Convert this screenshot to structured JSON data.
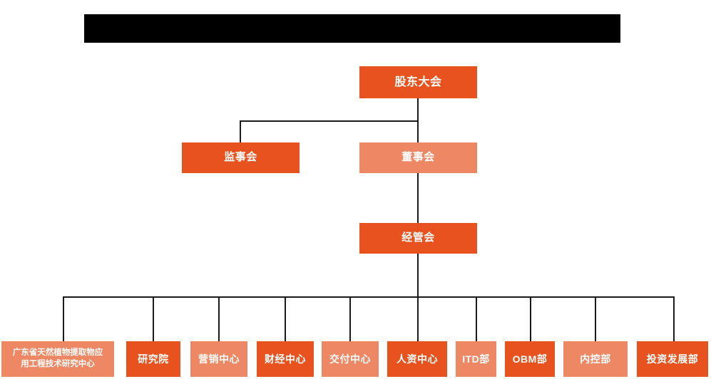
{
  "banner": {
    "label": "",
    "color": "#000000"
  },
  "palette": {
    "deep_orange": "#E8521E",
    "light_orange": "#EE8763",
    "line": "#1a1a1a",
    "background": "#FFFFFF",
    "text": "#FFFFFF"
  },
  "chart_data": {
    "type": "diagram",
    "diagram_kind": "organization-chart",
    "title": "",
    "orientation": "top-down",
    "levels": [
      {
        "level": 1,
        "nodes": [
          {
            "id": "shareholders",
            "label": "股东大会",
            "style": "deep"
          }
        ]
      },
      {
        "level": 2,
        "nodes": [
          {
            "id": "supervisory",
            "label": "监事会",
            "style": "deep"
          },
          {
            "id": "board",
            "label": "董事会",
            "style": "light"
          }
        ]
      },
      {
        "level": 3,
        "nodes": [
          {
            "id": "management",
            "label": "经管会",
            "style": "deep"
          }
        ]
      },
      {
        "level": 4,
        "nodes": [
          {
            "id": "rnd-center",
            "label": "广东省天然植物提取物应用工程技术研究中心",
            "style": "light"
          },
          {
            "id": "institute",
            "label": "研究院",
            "style": "deep"
          },
          {
            "id": "marketing",
            "label": "营销中心",
            "style": "light"
          },
          {
            "id": "finance",
            "label": "财经中心",
            "style": "deep"
          },
          {
            "id": "delivery",
            "label": "交付中心",
            "style": "light"
          },
          {
            "id": "hr",
            "label": "人资中心",
            "style": "deep"
          },
          {
            "id": "itd",
            "label": "ITD部",
            "style": "light"
          },
          {
            "id": "obm",
            "label": "OBM部",
            "style": "deep"
          },
          {
            "id": "internal-control",
            "label": "内控部",
            "style": "light"
          },
          {
            "id": "investment",
            "label": "投资发展部",
            "style": "deep"
          }
        ]
      }
    ],
    "edges": [
      {
        "from": "shareholders",
        "to": "supervisory"
      },
      {
        "from": "shareholders",
        "to": "board"
      },
      {
        "from": "board",
        "to": "management"
      },
      {
        "from": "management",
        "to": "rnd-center"
      },
      {
        "from": "management",
        "to": "institute"
      },
      {
        "from": "management",
        "to": "marketing"
      },
      {
        "from": "management",
        "to": "finance"
      },
      {
        "from": "management",
        "to": "delivery"
      },
      {
        "from": "management",
        "to": "hr"
      },
      {
        "from": "management",
        "to": "itd"
      },
      {
        "from": "management",
        "to": "obm"
      },
      {
        "from": "management",
        "to": "internal-control"
      },
      {
        "from": "management",
        "to": "investment"
      }
    ]
  },
  "nodes": {
    "shareholders": {
      "label": "股东大会"
    },
    "supervisory": {
      "label": "监事会"
    },
    "board": {
      "label": "董事会"
    },
    "management": {
      "label": "经管会"
    },
    "rnd_center_line1": {
      "label": "广东省天然植物提取物应"
    },
    "rnd_center_line2": {
      "label": "用工程技术研究中心"
    },
    "institute": {
      "label": "研究院"
    },
    "marketing": {
      "label": "营销中心"
    },
    "finance": {
      "label": "财经中心"
    },
    "delivery": {
      "label": "交付中心"
    },
    "hr": {
      "label": "人资中心"
    },
    "itd": {
      "label": "ITD部"
    },
    "obm": {
      "label": "OBM部"
    },
    "internal_control": {
      "label": "内控部"
    },
    "investment": {
      "label": "投资发展部"
    }
  }
}
